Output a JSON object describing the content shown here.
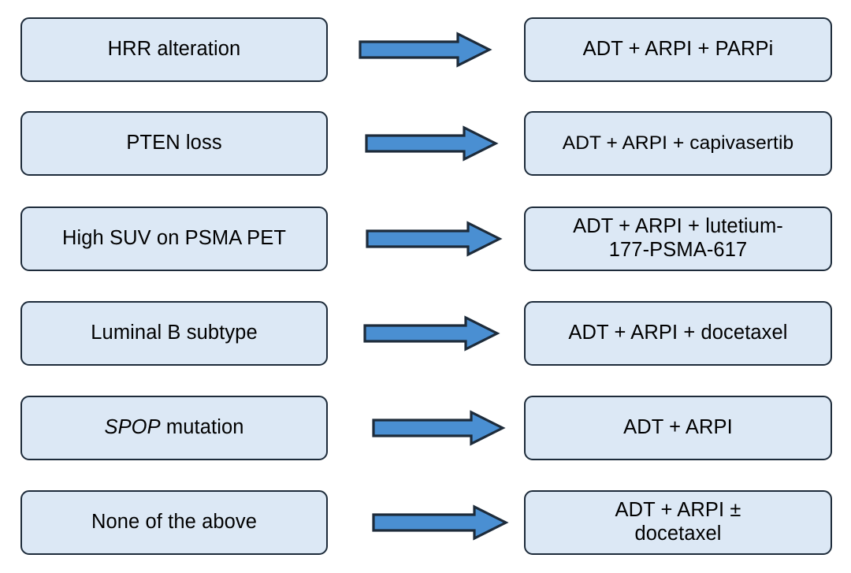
{
  "diagram": {
    "type": "flow-algorithm",
    "orientation": "left-to-right",
    "colors": {
      "box_fill": "#dce8f5",
      "box_border": "#1d2b3a",
      "arrow_fill": "#4a8fd2",
      "arrow_border": "#1d2b3a",
      "background": "#ffffff",
      "text": "#000000"
    },
    "arrow_icon_name": "right-arrow-icon",
    "rows": [
      {
        "id": "row-1",
        "condition": "HRR alteration",
        "condition_italic_prefix": "",
        "treatment": "ADT + ARPI + PARPi",
        "arrow_label": "leads to"
      },
      {
        "id": "row-2",
        "condition": "PTEN loss",
        "condition_italic_prefix": "",
        "treatment": "ADT + ARPI + capivasertib",
        "arrow_label": "leads to"
      },
      {
        "id": "row-3",
        "condition": "High SUV on PSMA PET",
        "condition_italic_prefix": "",
        "treatment": "ADT + ARPI + lutetium-\n177-PSMA-617",
        "arrow_label": "leads to"
      },
      {
        "id": "row-4",
        "condition": "Luminal B subtype",
        "condition_italic_prefix": "",
        "treatment": "ADT + ARPI + docetaxel",
        "arrow_label": "leads to"
      },
      {
        "id": "row-5",
        "condition": " mutation",
        "condition_italic_prefix": "SPOP",
        "treatment": "ADT + ARPI",
        "arrow_label": "leads to"
      },
      {
        "id": "row-6",
        "condition": "None of the above",
        "condition_italic_prefix": "",
        "treatment": "ADT + ARPI ±\ndocetaxel",
        "arrow_label": "leads to"
      }
    ]
  }
}
